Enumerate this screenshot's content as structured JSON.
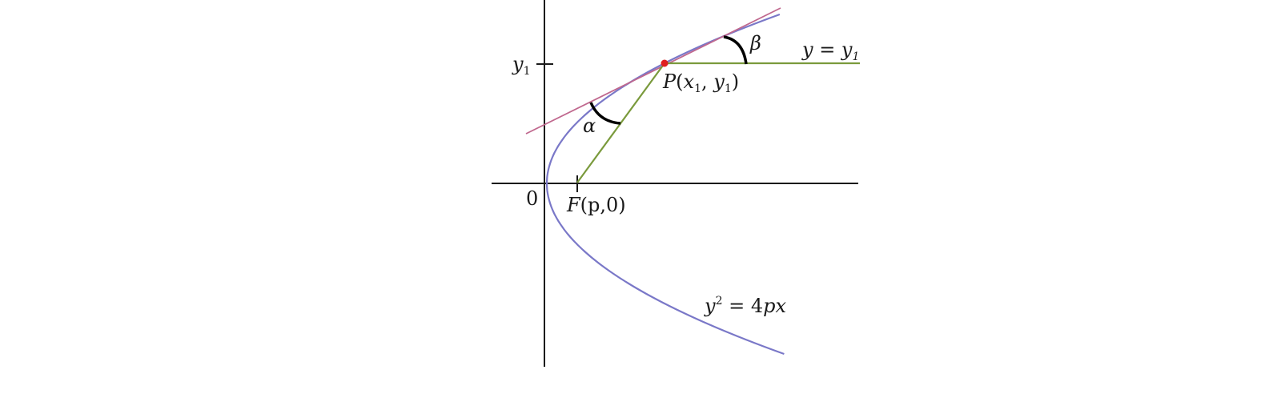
{
  "diagram": {
    "origin_label": "0",
    "y1_tick_label": {
      "main": "y",
      "sub": "1"
    },
    "focus_label": {
      "main": "F",
      "rest": "(p,0)"
    },
    "point_label": {
      "main": "P",
      "open": "(",
      "x": "x",
      "x_sub": "1",
      "comma": ", ",
      "y": "y",
      "y_sub": "1",
      "close": ")"
    },
    "horizontal_line_label": {
      "lhs": "y = y",
      "sub": "1"
    },
    "curve_equation": {
      "y": "y",
      "sup": "2",
      "rhs": " = 4",
      "px": "px"
    },
    "angle_alpha": "α",
    "angle_beta": "β",
    "colors": {
      "parabola": "#7a78c8",
      "tangent_line": "#c0688e",
      "rays": "#7a9a3c",
      "point": "#e02020",
      "angle_arcs": "#000000"
    }
  }
}
